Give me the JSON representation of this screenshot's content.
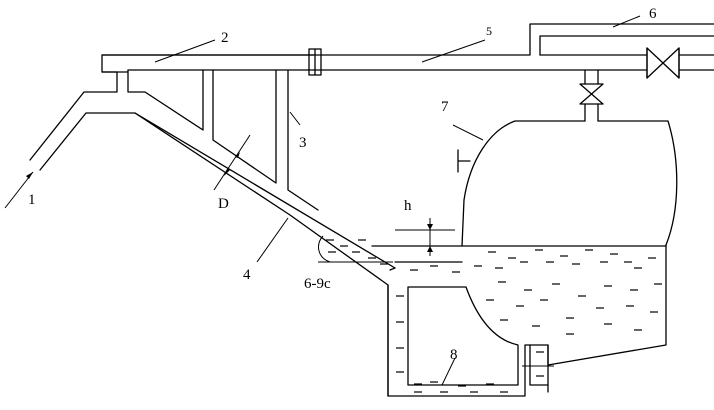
{
  "labels": {
    "n1": "1",
    "n2": "2",
    "n3": "3",
    "n4": "4",
    "n5": "5",
    "n6": "6",
    "n7": "7",
    "n8": "8",
    "d": "D",
    "h": "h",
    "angle": "6-9c"
  },
  "icons": {
    "gate_valve": "gate-valve-icon",
    "check_valve": "valve-icon",
    "flow_arrow": "arrow-icon"
  },
  "colors": {
    "stroke": "#000000",
    "background": "#ffffff"
  }
}
